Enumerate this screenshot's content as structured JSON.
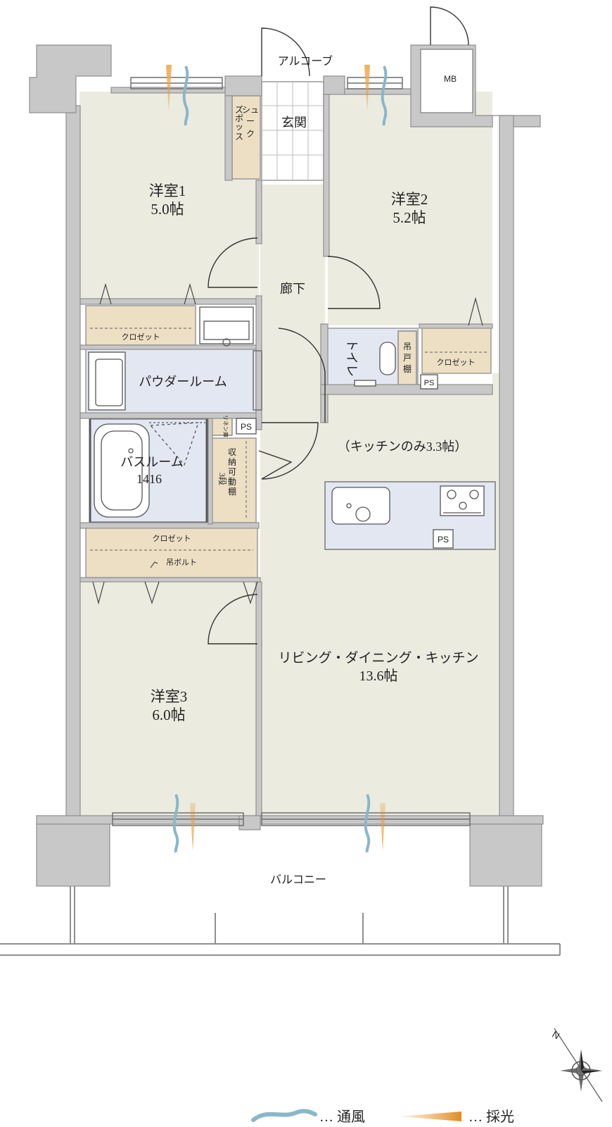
{
  "rooms": {
    "western_room_1": {
      "name": "洋室1",
      "size": "5.0帖"
    },
    "western_room_2": {
      "name": "洋室2",
      "size": "5.2帖"
    },
    "western_room_3": {
      "name": "洋室3",
      "size": "6.0帖"
    },
    "ldk": {
      "name": "リビング・ダイニング・キッチン",
      "size": "13.6帖"
    },
    "kitchen_only": "（キッチンのみ3.3帖）",
    "entrance": "玄関",
    "alcove": "アルコーブ",
    "corridor": "廊下",
    "powder_room": "パウダールーム",
    "bathroom": {
      "name": "バスルーム",
      "size": "1416"
    },
    "toilet": "トイレ",
    "balcony": "バルコニー"
  },
  "fixtures": {
    "shoe_box": [
      "シュ",
      "ー",
      "ズ",
      "ボ",
      "ッ",
      "ク",
      "ス"
    ],
    "closet_1": "クロゼット",
    "closet_2": "クロゼット",
    "closet_3": "クロゼット",
    "hanging_bolt": "吊ボルト",
    "linen_cabinet": "リネン庫",
    "storage_shelf": [
      "収",
      "納",
      "可",
      "動",
      "棚"
    ],
    "storage_shelf_count": "3段",
    "hanging_shelf": [
      "吊",
      "戸",
      "棚"
    ],
    "ps_labels": [
      "PS",
      "PS",
      "PS"
    ],
    "mb": "MB"
  },
  "legend": {
    "ventilation": "… 通風",
    "daylight": "… 採光"
  },
  "compass": {
    "north": "N"
  },
  "colors": {
    "room_fill": "#ecebe0",
    "wall_fill": "#c8c8c8",
    "wet_area_fill": "#e3e7f2",
    "storage_fill": "#ecdfc4",
    "ventilation": "#8ab7c8",
    "daylight": "#e08a1e"
  }
}
